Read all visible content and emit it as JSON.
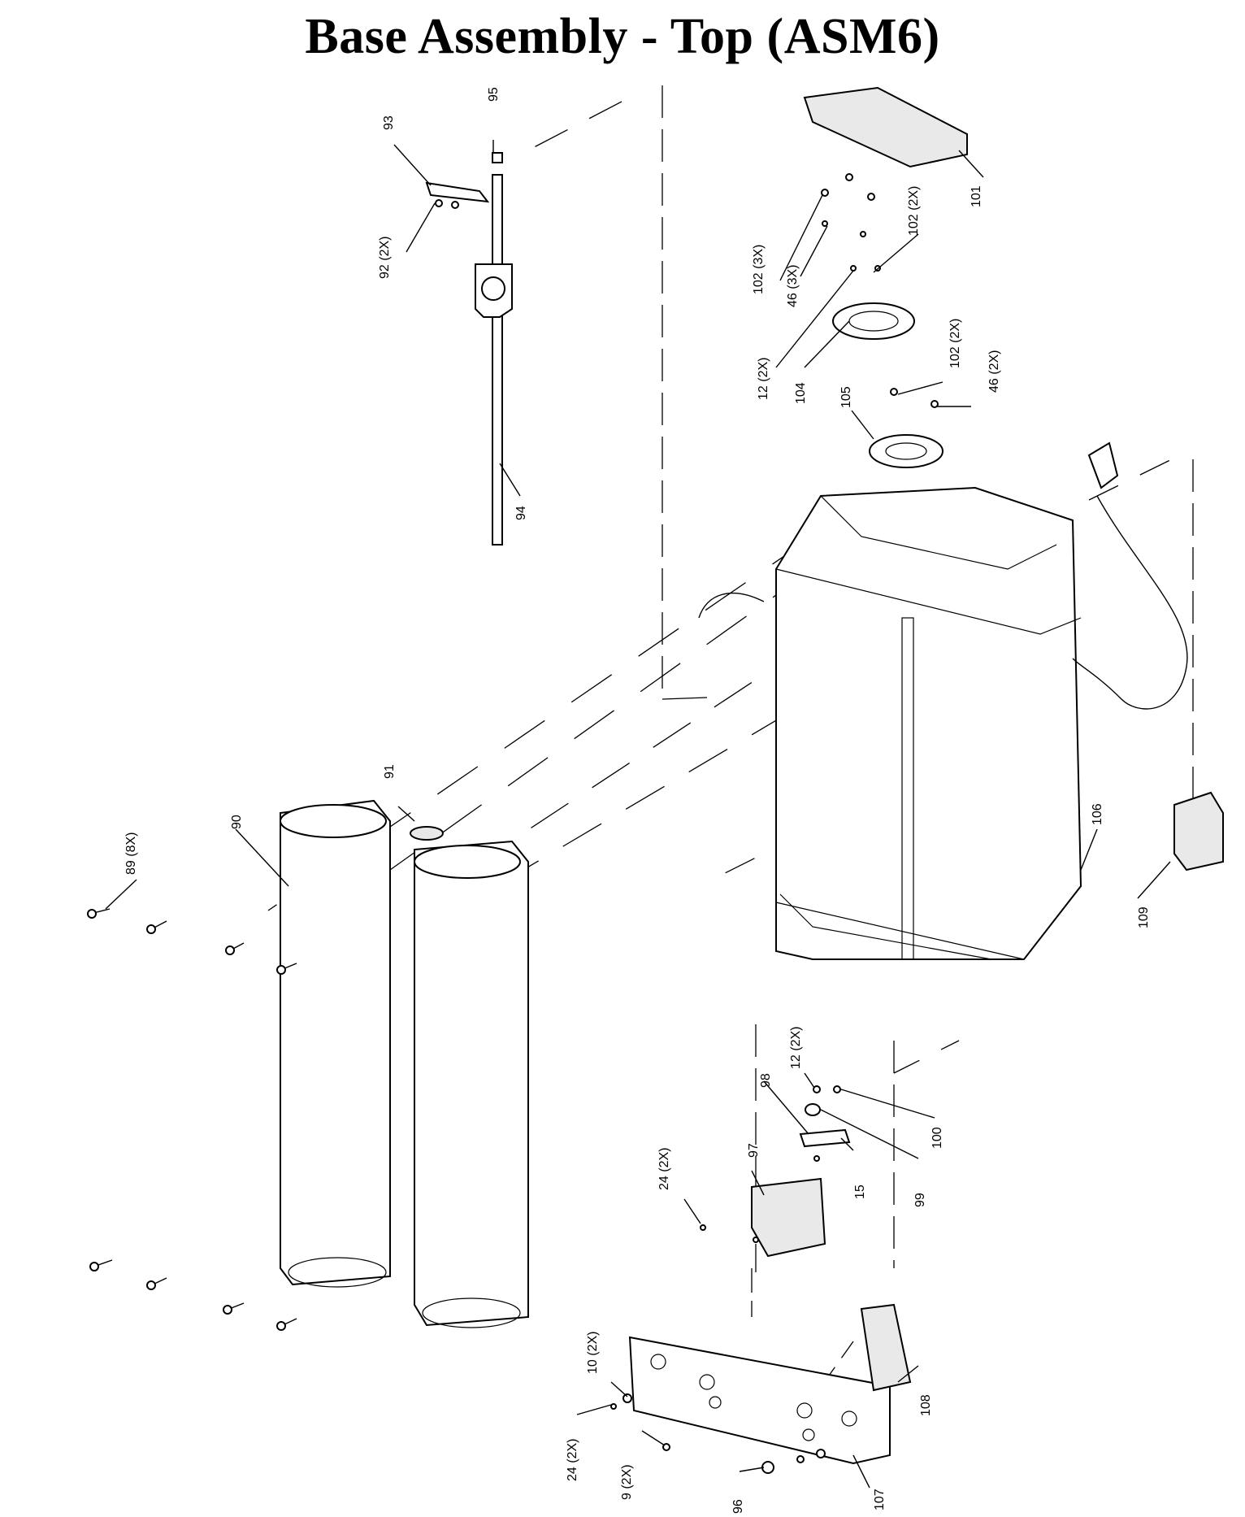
{
  "title": "Base Assembly - Top (ASM6)",
  "callouts": {
    "c95": "95",
    "c93": "93",
    "c92": "92 (2X)",
    "c94": "94",
    "c101": "101",
    "c102a": "102 (2X)",
    "c102b": "102 (3X)",
    "c46a": "46 (3X)",
    "c12a": "12 (2X)",
    "c104": "104",
    "c102c": "102 (2X)",
    "c46b": "46 (2X)",
    "c105": "105",
    "c91": "91",
    "c90": "90",
    "c89": "89 (8X)",
    "c106": "106",
    "c109": "109",
    "c12b": "12 (2X)",
    "c98": "98",
    "c100": "100",
    "c97": "97",
    "c15": "15",
    "c99": "99",
    "c24a": "24 (2X)",
    "c10": "10 (2X)",
    "c108": "108",
    "c24b": "24 (2X)",
    "c9": "9 (2X)",
    "c96": "96",
    "c107": "107"
  }
}
